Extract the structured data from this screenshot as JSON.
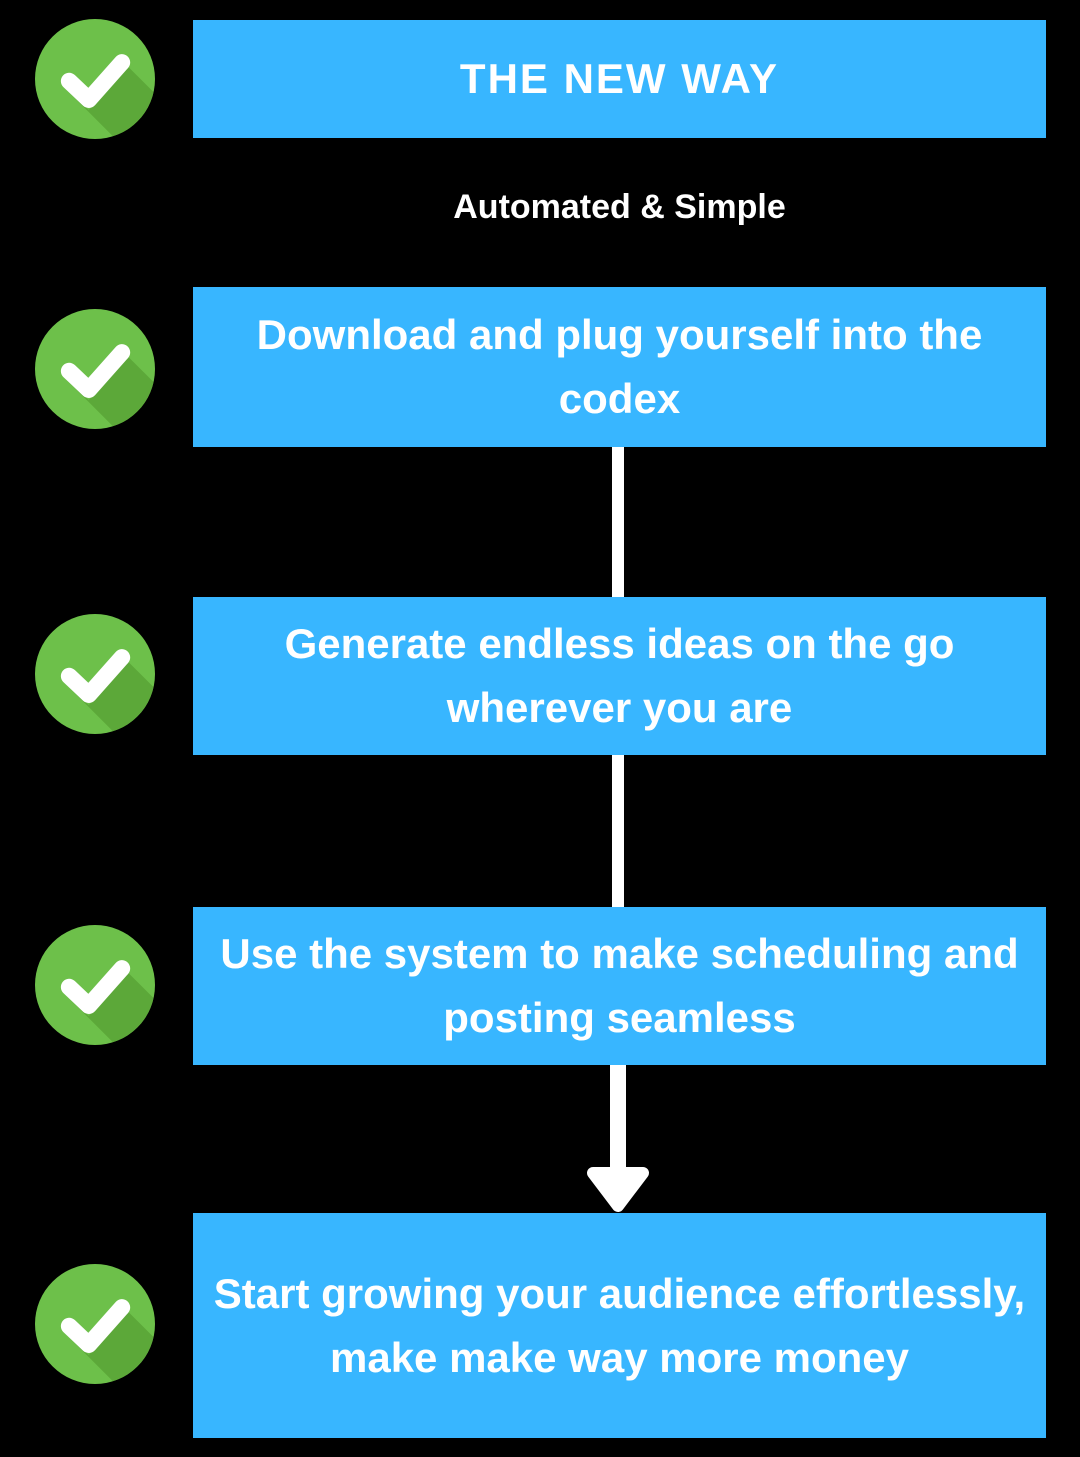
{
  "colors": {
    "background": "#000000",
    "box_blue": "#38B6FF",
    "check_green": "#6DC04A",
    "check_shadow_green": "#5CA839",
    "text_white": "#FFFFFF",
    "connector_white": "#FFFFFF"
  },
  "header": {
    "title": "THE NEW WAY"
  },
  "subtitle": {
    "text": "Automated & Simple"
  },
  "steps": [
    {
      "label": "Download and plug yourself into the codex"
    },
    {
      "label": "Generate endless ideas on the go wherever you are"
    },
    {
      "label": "Use the system to make scheduling and posting seamless"
    },
    {
      "label": "Start growing your audience effortlessly, make make way more money"
    }
  ],
  "icons": {
    "checkmark": "check-circle-icon",
    "arrow": "down-arrow-icon"
  }
}
